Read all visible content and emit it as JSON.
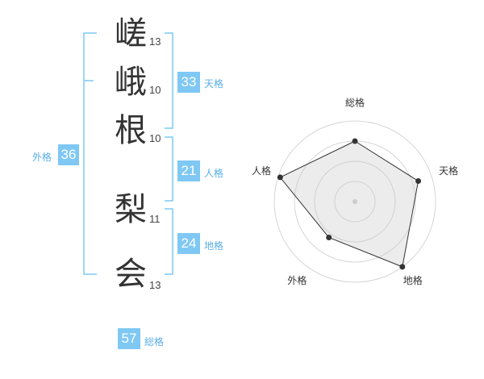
{
  "name_chars": [
    {
      "char": "嵯",
      "strokes": "13"
    },
    {
      "char": "峨",
      "strokes": "10"
    },
    {
      "char": "根",
      "strokes": "10"
    },
    {
      "char": "梨",
      "strokes": "11"
    },
    {
      "char": "会",
      "strokes": "13"
    }
  ],
  "fortune": {
    "tenkaku": {
      "value": "33",
      "label": "天格"
    },
    "jinkaku": {
      "value": "21",
      "label": "人格"
    },
    "chikaku": {
      "value": "24",
      "label": "地格"
    },
    "gaikaku": {
      "value": "36",
      "label": "外格"
    },
    "soukaku": {
      "value": "57",
      "label": "総格"
    }
  },
  "colors": {
    "accent": "#7fc8f4",
    "accent_text": "#5aaee8",
    "line": "#7fc8f4",
    "text": "#333333"
  },
  "chart_data": {
    "type": "radar",
    "axes": [
      "総格",
      "天格",
      "地格",
      "外格",
      "人格"
    ],
    "scale_max": 4,
    "values": [
      3.0,
      3.3,
      4.0,
      2.2,
      3.9
    ],
    "grid": true
  }
}
